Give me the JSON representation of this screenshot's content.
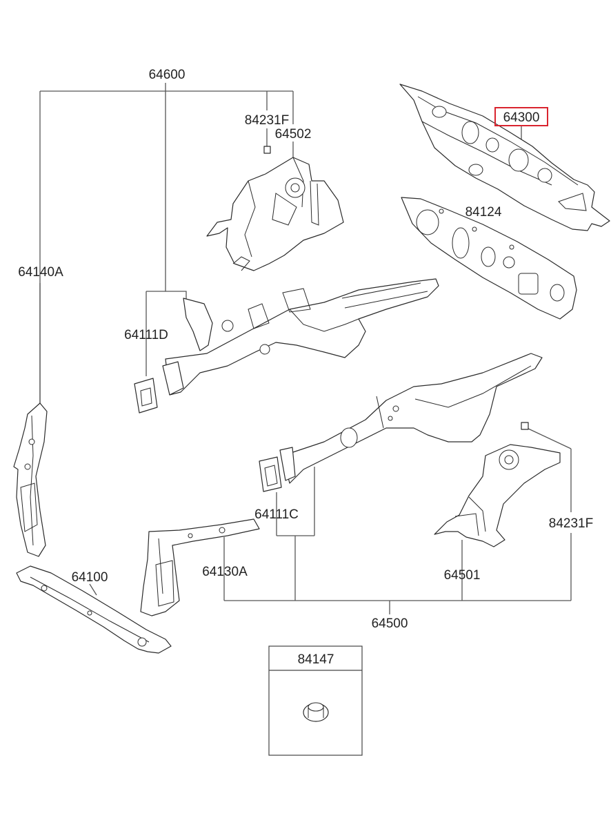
{
  "highlight_color": "#d9232e",
  "highlighted_part": "64300",
  "labels": {
    "p64600": "64600",
    "p84231F_top": "84231F",
    "p64502": "64502",
    "p64300": "64300",
    "p84124": "84124",
    "p64140A": "64140A",
    "p64111D": "64111D",
    "p64111C": "64111C",
    "p84231F_right": "84231F",
    "p64100": "64100",
    "p64130A": "64130A",
    "p64501": "64501",
    "p64500": "64500",
    "p84147": "84147"
  }
}
